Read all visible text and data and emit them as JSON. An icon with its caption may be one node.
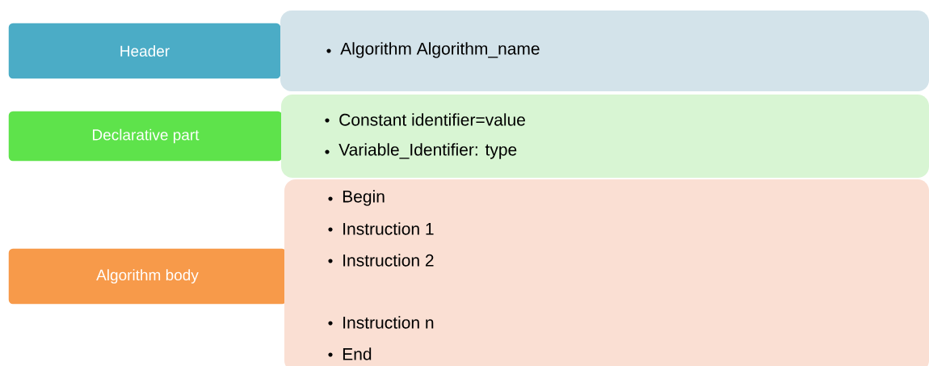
{
  "diagram": {
    "nodes": [
      {
        "text": [
          "Header"
        ]
      },
      {
        "text": [
          "Algorithm Algorithm_name"
        ]
      },
      {
        "text": [
          "Declarative part"
        ]
      },
      {
        "text": [
          "Constant identifier=value",
          "Variable_Identifier: type"
        ]
      },
      {
        "text": [
          "Algorithm body"
        ]
      },
      {
        "text": [
          "Begin",
          "Instruction 1",
          "Instruction 2",
          "Instruction n",
          "End"
        ]
      }
    ]
  }
}
